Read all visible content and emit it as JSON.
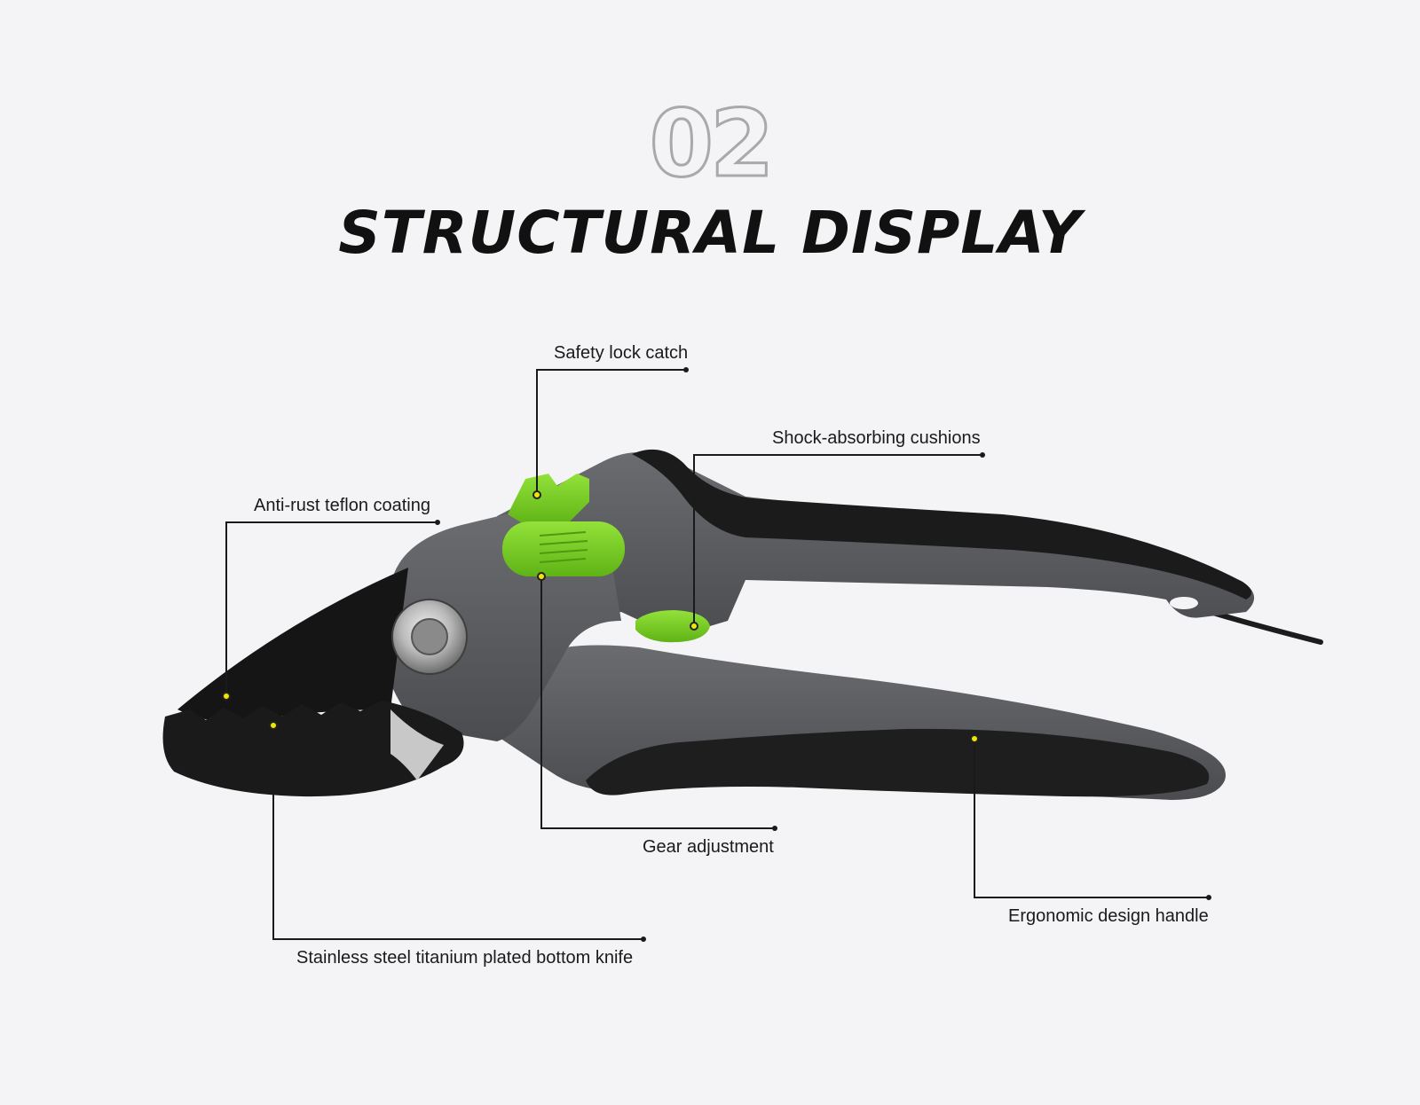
{
  "header": {
    "number": "02",
    "title": "STRUCTURAL DISPLAY"
  },
  "product": {
    "name_icon": "pruning-shears-illustration"
  },
  "callouts": {
    "safety_lock": "Safety lock catch",
    "shock_cushions": "Shock-absorbing cushions",
    "anti_rust": "Anti-rust teflon coating",
    "gear_adjustment": "Gear adjustment",
    "ergonomic_handle": "Ergonomic design handle",
    "bottom_knife": "Stainless steel titanium plated bottom knife"
  },
  "colors": {
    "background": "#f4f4f6",
    "accent_green": "#7ed321",
    "body_gray": "#5a5c5f",
    "grip_black": "#1b1b1b",
    "marker_yellow": "#f2e600"
  }
}
